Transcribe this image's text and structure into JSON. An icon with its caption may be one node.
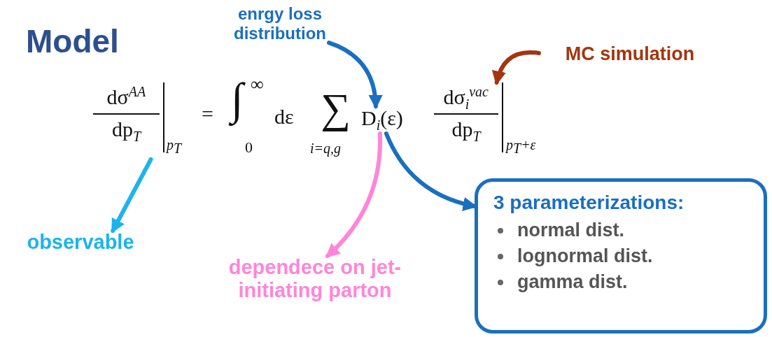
{
  "diagram": {
    "title": "Model",
    "nodes": [
      {
        "text": [
          "enrgy loss distribution"
        ]
      },
      {
        "text": [
          "MC simulation"
        ]
      },
      {
        "text": [
          "dσ$^{AA}$",
          "dp$_{T}$",
          "p$_{T}$"
        ]
      },
      {
        "text": [
          "D$_{i}$(ε)"
        ]
      },
      {
        "text": [
          "dσ$_{i}$$^{vac}$",
          "dp$_{T}$",
          "p$_{T}$+ε"
        ]
      },
      {
        "text": [
          "observable"
        ]
      },
      {
        "text": [
          "dependece on jet-initiating parton"
        ]
      },
      {
        "text": [
          "3 parameterizations:",
          "normal dist.",
          "lognormal dist.",
          "gamma dist."
        ]
      }
    ],
    "edges": [
      {
        "from": 0,
        "to": 3,
        "arrow": "to",
        "color": "#1a6fc0"
      },
      {
        "from": 1,
        "to": 4,
        "arrow": "to",
        "color": "#a33510"
      },
      {
        "from": 2,
        "to": 5,
        "arrow": "to",
        "color": "#1cb4ec"
      },
      {
        "from": 3,
        "to": 6,
        "arrow": "to",
        "color": "#ff85d8"
      },
      {
        "from": 3,
        "to": 7,
        "arrow": "to",
        "color": "#1a6fc0"
      }
    ],
    "labels": [
      "=",
      "∫",
      "∞",
      "0",
      "dε",
      "∑",
      "i=q,g"
    ]
  }
}
